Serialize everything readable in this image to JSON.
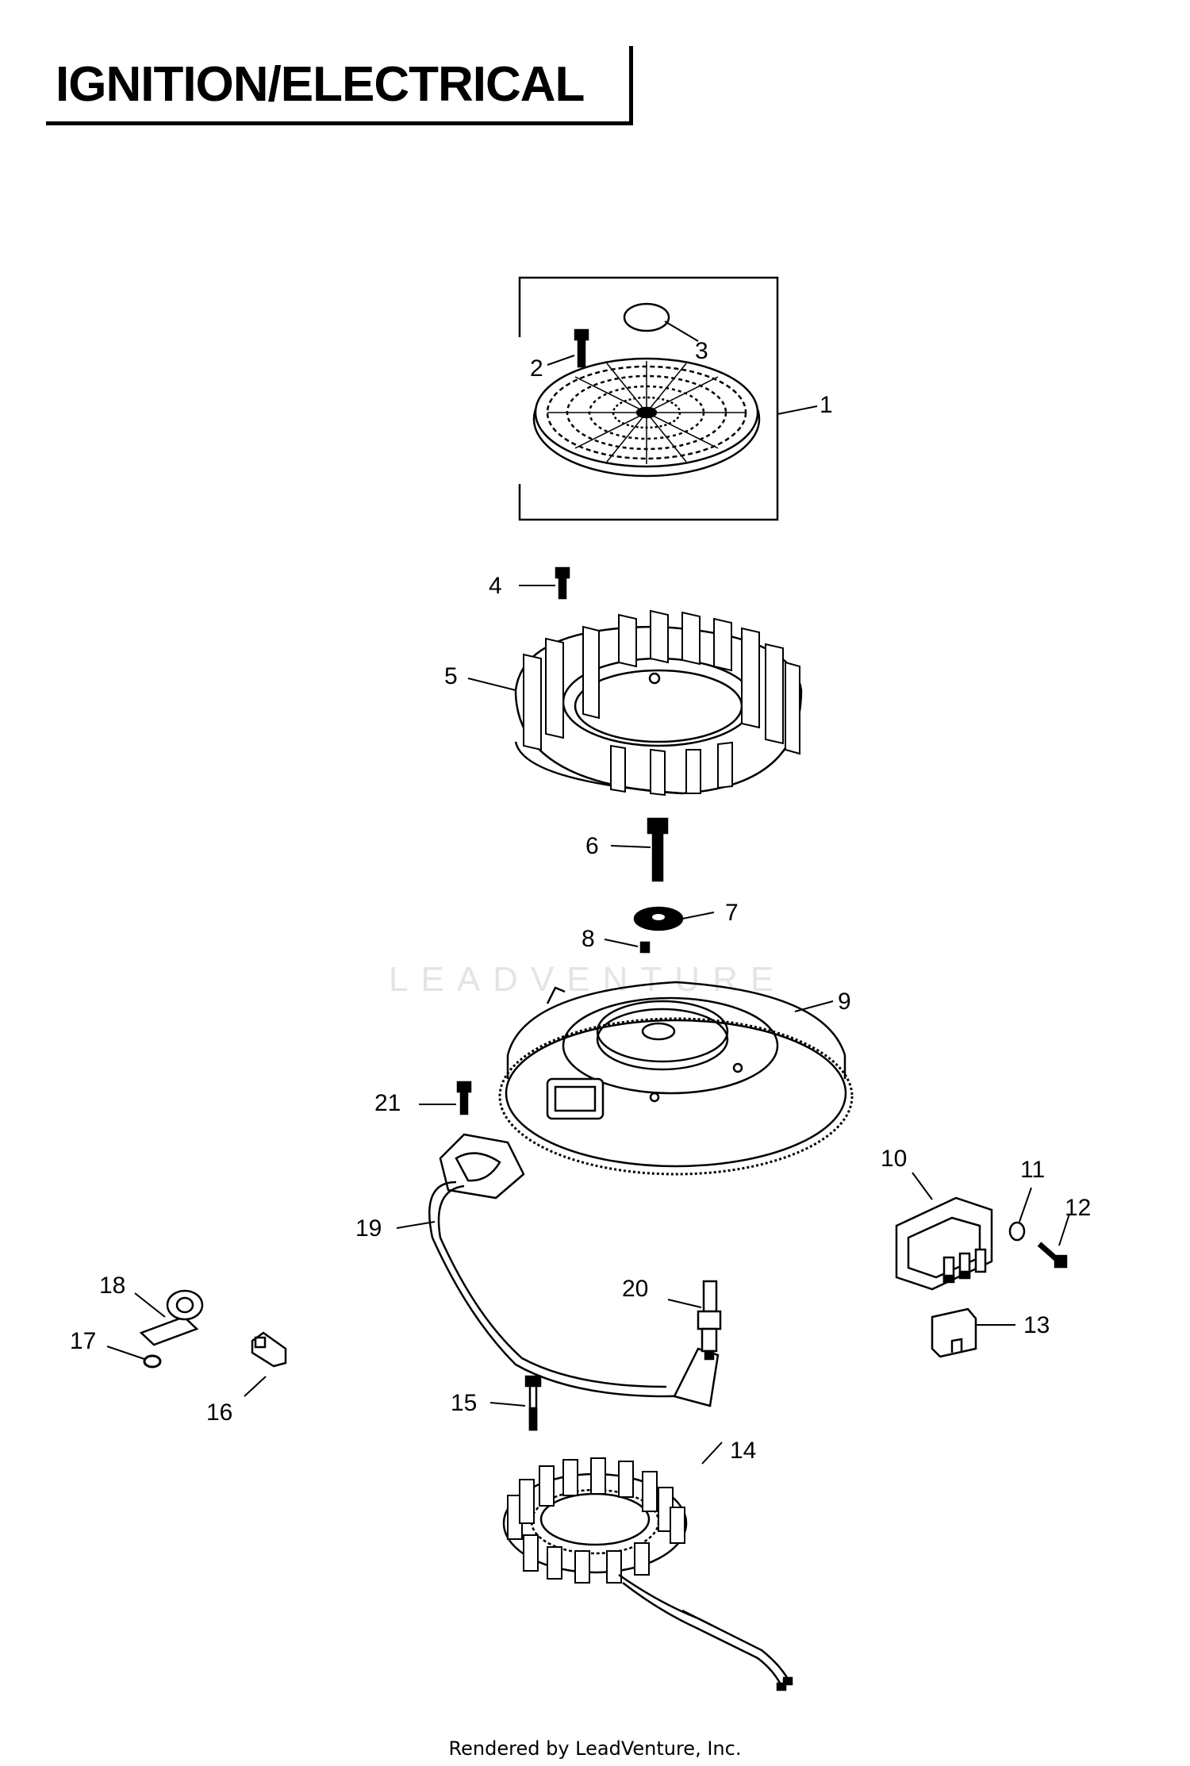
{
  "title": "IGNITION/ELECTRICAL",
  "watermark": "LEADVENTURE",
  "footer": "Rendered by LeadVenture, Inc.",
  "callouts": [
    {
      "num": "1",
      "part": "blower-housing-screen"
    },
    {
      "num": "2",
      "part": "screw"
    },
    {
      "num": "3",
      "part": "decal"
    },
    {
      "num": "4",
      "part": "screw"
    },
    {
      "num": "5",
      "part": "fan"
    },
    {
      "num": "6",
      "part": "flywheel-bolt"
    },
    {
      "num": "7",
      "part": "washer"
    },
    {
      "num": "8",
      "part": "key"
    },
    {
      "num": "9",
      "part": "flywheel"
    },
    {
      "num": "10",
      "part": "rectifier-regulator"
    },
    {
      "num": "11",
      "part": "washer"
    },
    {
      "num": "12",
      "part": "screw"
    },
    {
      "num": "13",
      "part": "connector"
    },
    {
      "num": "14",
      "part": "stator"
    },
    {
      "num": "15",
      "part": "screw"
    },
    {
      "num": "16",
      "part": "clip"
    },
    {
      "num": "17",
      "part": "nut"
    },
    {
      "num": "18",
      "part": "clamp"
    },
    {
      "num": "19",
      "part": "ignition-module"
    },
    {
      "num": "20",
      "part": "spark-plug"
    },
    {
      "num": "21",
      "part": "screw"
    }
  ]
}
